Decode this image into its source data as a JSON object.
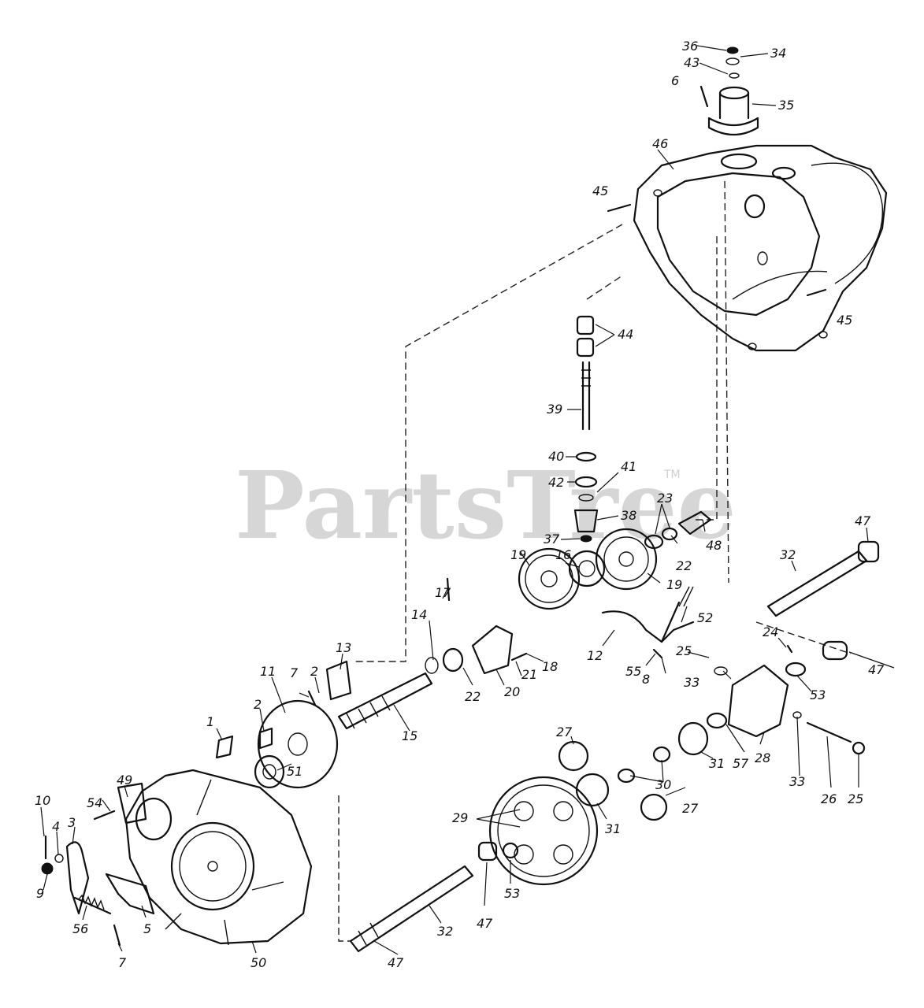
{
  "watermark": {
    "text": "PartsTree",
    "trademark": "TM"
  },
  "callouts": [
    "36",
    "34",
    "43",
    "6",
    "35",
    "46",
    "45",
    "45",
    "44",
    "39",
    "40",
    "41",
    "42",
    "23",
    "38",
    "37",
    "48",
    "22",
    "47",
    "32",
    "19",
    "16",
    "19",
    "17",
    "14",
    "13",
    "12",
    "52",
    "24",
    "18",
    "21",
    "22",
    "20",
    "11",
    "7",
    "2",
    "2",
    "55",
    "8",
    "25",
    "33",
    "53",
    "47",
    "1",
    "15",
    "51",
    "27",
    "57",
    "28",
    "33",
    "31",
    "30",
    "26",
    "25",
    "3",
    "10",
    "4",
    "49",
    "54",
    "29",
    "27",
    "31",
    "9",
    "53",
    "47",
    "56",
    "5",
    "7",
    "50",
    "32",
    "47"
  ]
}
